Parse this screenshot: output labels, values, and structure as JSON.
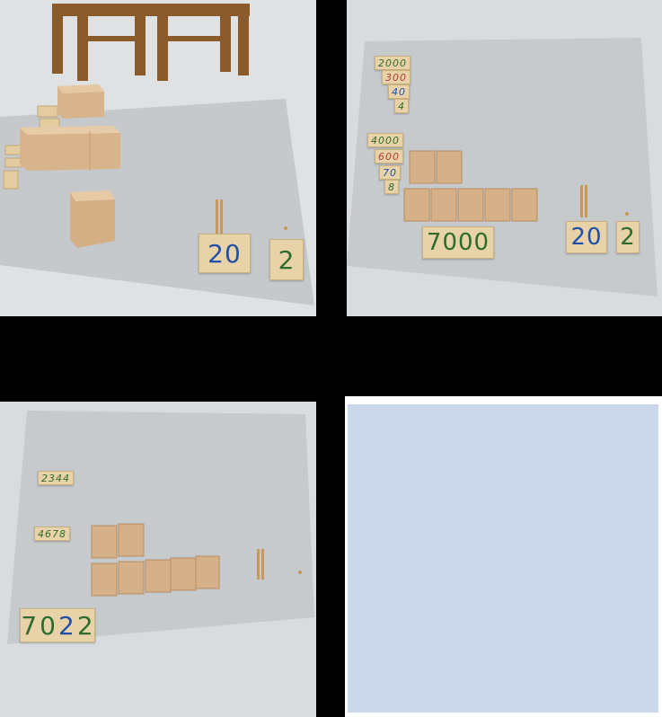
{
  "panels": {
    "top_left": {
      "cards": {
        "tens_units": {
          "tens": "20",
          "units": "2"
        }
      }
    },
    "top_right": {
      "addend1": {
        "thousands": "2000",
        "hundreds": "300",
        "tens": "40",
        "units": "4"
      },
      "addend2": {
        "thousands": "4000",
        "hundreds": "600",
        "tens": "70",
        "units": "8"
      },
      "result": {
        "thousands": "7000",
        "tens": "20",
        "units": "2"
      }
    },
    "bottom_left": {
      "addend1": "2344",
      "addend2": "4678",
      "sum": {
        "d1": "7",
        "d2": "0",
        "d3": "2",
        "d4": "2"
      }
    },
    "bottom_right": {
      "fill_color": "#cbd8ea"
    }
  },
  "colors": {
    "background": "#000000",
    "mat": "#c8ccd0",
    "floor": "#d9dcdf",
    "wood": "#d8b48c",
    "card": "#e8d3a8",
    "green_digit": "#2e6b2e",
    "red_digit": "#b23a3a",
    "blue_digit": "#1f4fa8"
  }
}
